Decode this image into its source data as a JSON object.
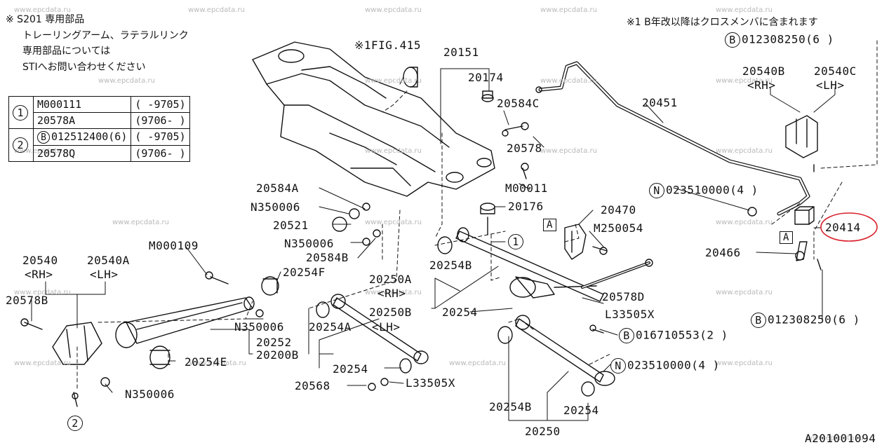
{
  "watermark": "www.epcdata.ru",
  "notes": {
    "left_title": "※ S201 専用部品",
    "left_lines": [
      "トレーリングアーム、ラテラルリンク",
      "専用部品については",
      "STIへお問い合わせください"
    ],
    "right_top": "※1 B年改以降はクロスメンバに含まれます"
  },
  "option_table": [
    {
      "num": "1",
      "rows": [
        {
          "part": "M000111",
          "range": "(     -9705)"
        },
        {
          "part": "20578A",
          "range": "(9706-     )"
        }
      ]
    },
    {
      "num": "2",
      "rows": [
        {
          "part_prefix": "B",
          "part": "012512400(6)",
          "range": "(     -9705)"
        },
        {
          "part": "20578Q",
          "range": "(9706-     )"
        }
      ]
    }
  ],
  "labels": {
    "fig415": "※1FIG.415",
    "p20151": "20151",
    "p20174": "20174",
    "p20584C": "20584C",
    "p20578": "20578",
    "pM00011": "M00011",
    "p20176": "20176",
    "p20451": "20451",
    "p20540B": "20540B",
    "p20540C": "20540C",
    "rh": "<RH>",
    "lh": "<LH>",
    "bolt_top": "012308250(6  )",
    "bolt_top_prefix": "B",
    "nut_023": "023510000(4  )",
    "nut_023_prefix": "N",
    "p20414": "20414",
    "p20466": "20466",
    "bolt_bottom": "012308250(6 )",
    "bolt_bottom_prefix": "B",
    "p20470": "20470",
    "pM250054": "M250054",
    "boxA": "A",
    "p20584A": "20584A",
    "pN350006a": "N350006",
    "p20521": "20521",
    "pN350006b": "N350006",
    "p20584B": "20584B",
    "pM000109": "M000109",
    "p20254F": "20254F",
    "p20540": "20540",
    "p20540A": "20540A",
    "rh2": "<RH>",
    "lh2": "<LH>",
    "p20578B": "20578B",
    "pN350006c": "N350006",
    "p20252": "20252",
    "p20254E": "20254E",
    "p20200B": "20200B",
    "pN350006d": "N350006",
    "p20254B": "20254B",
    "p20250A": "20250A",
    "rh3": "<RH>",
    "p20250B": "20250B",
    "p20254": "20254",
    "p20254A": "20254A",
    "lh3": "<LH>",
    "p20578D": "20578D",
    "pL33505X": "L33505X",
    "bolt_016": "016710553(2 )",
    "bolt_016_prefix": "B",
    "nut_023b": "023510000(4 )",
    "nut_023b_prefix": "N",
    "p20254c": "20254",
    "p20568": "20568",
    "pL33505Xb": "L33505X",
    "p20254Bb": "20254B",
    "p20254d": "20254",
    "p20250": "20250",
    "callout1": "1",
    "callout2": "2",
    "diagram_id": "A201001094"
  },
  "highlight_color": "#d9202a"
}
